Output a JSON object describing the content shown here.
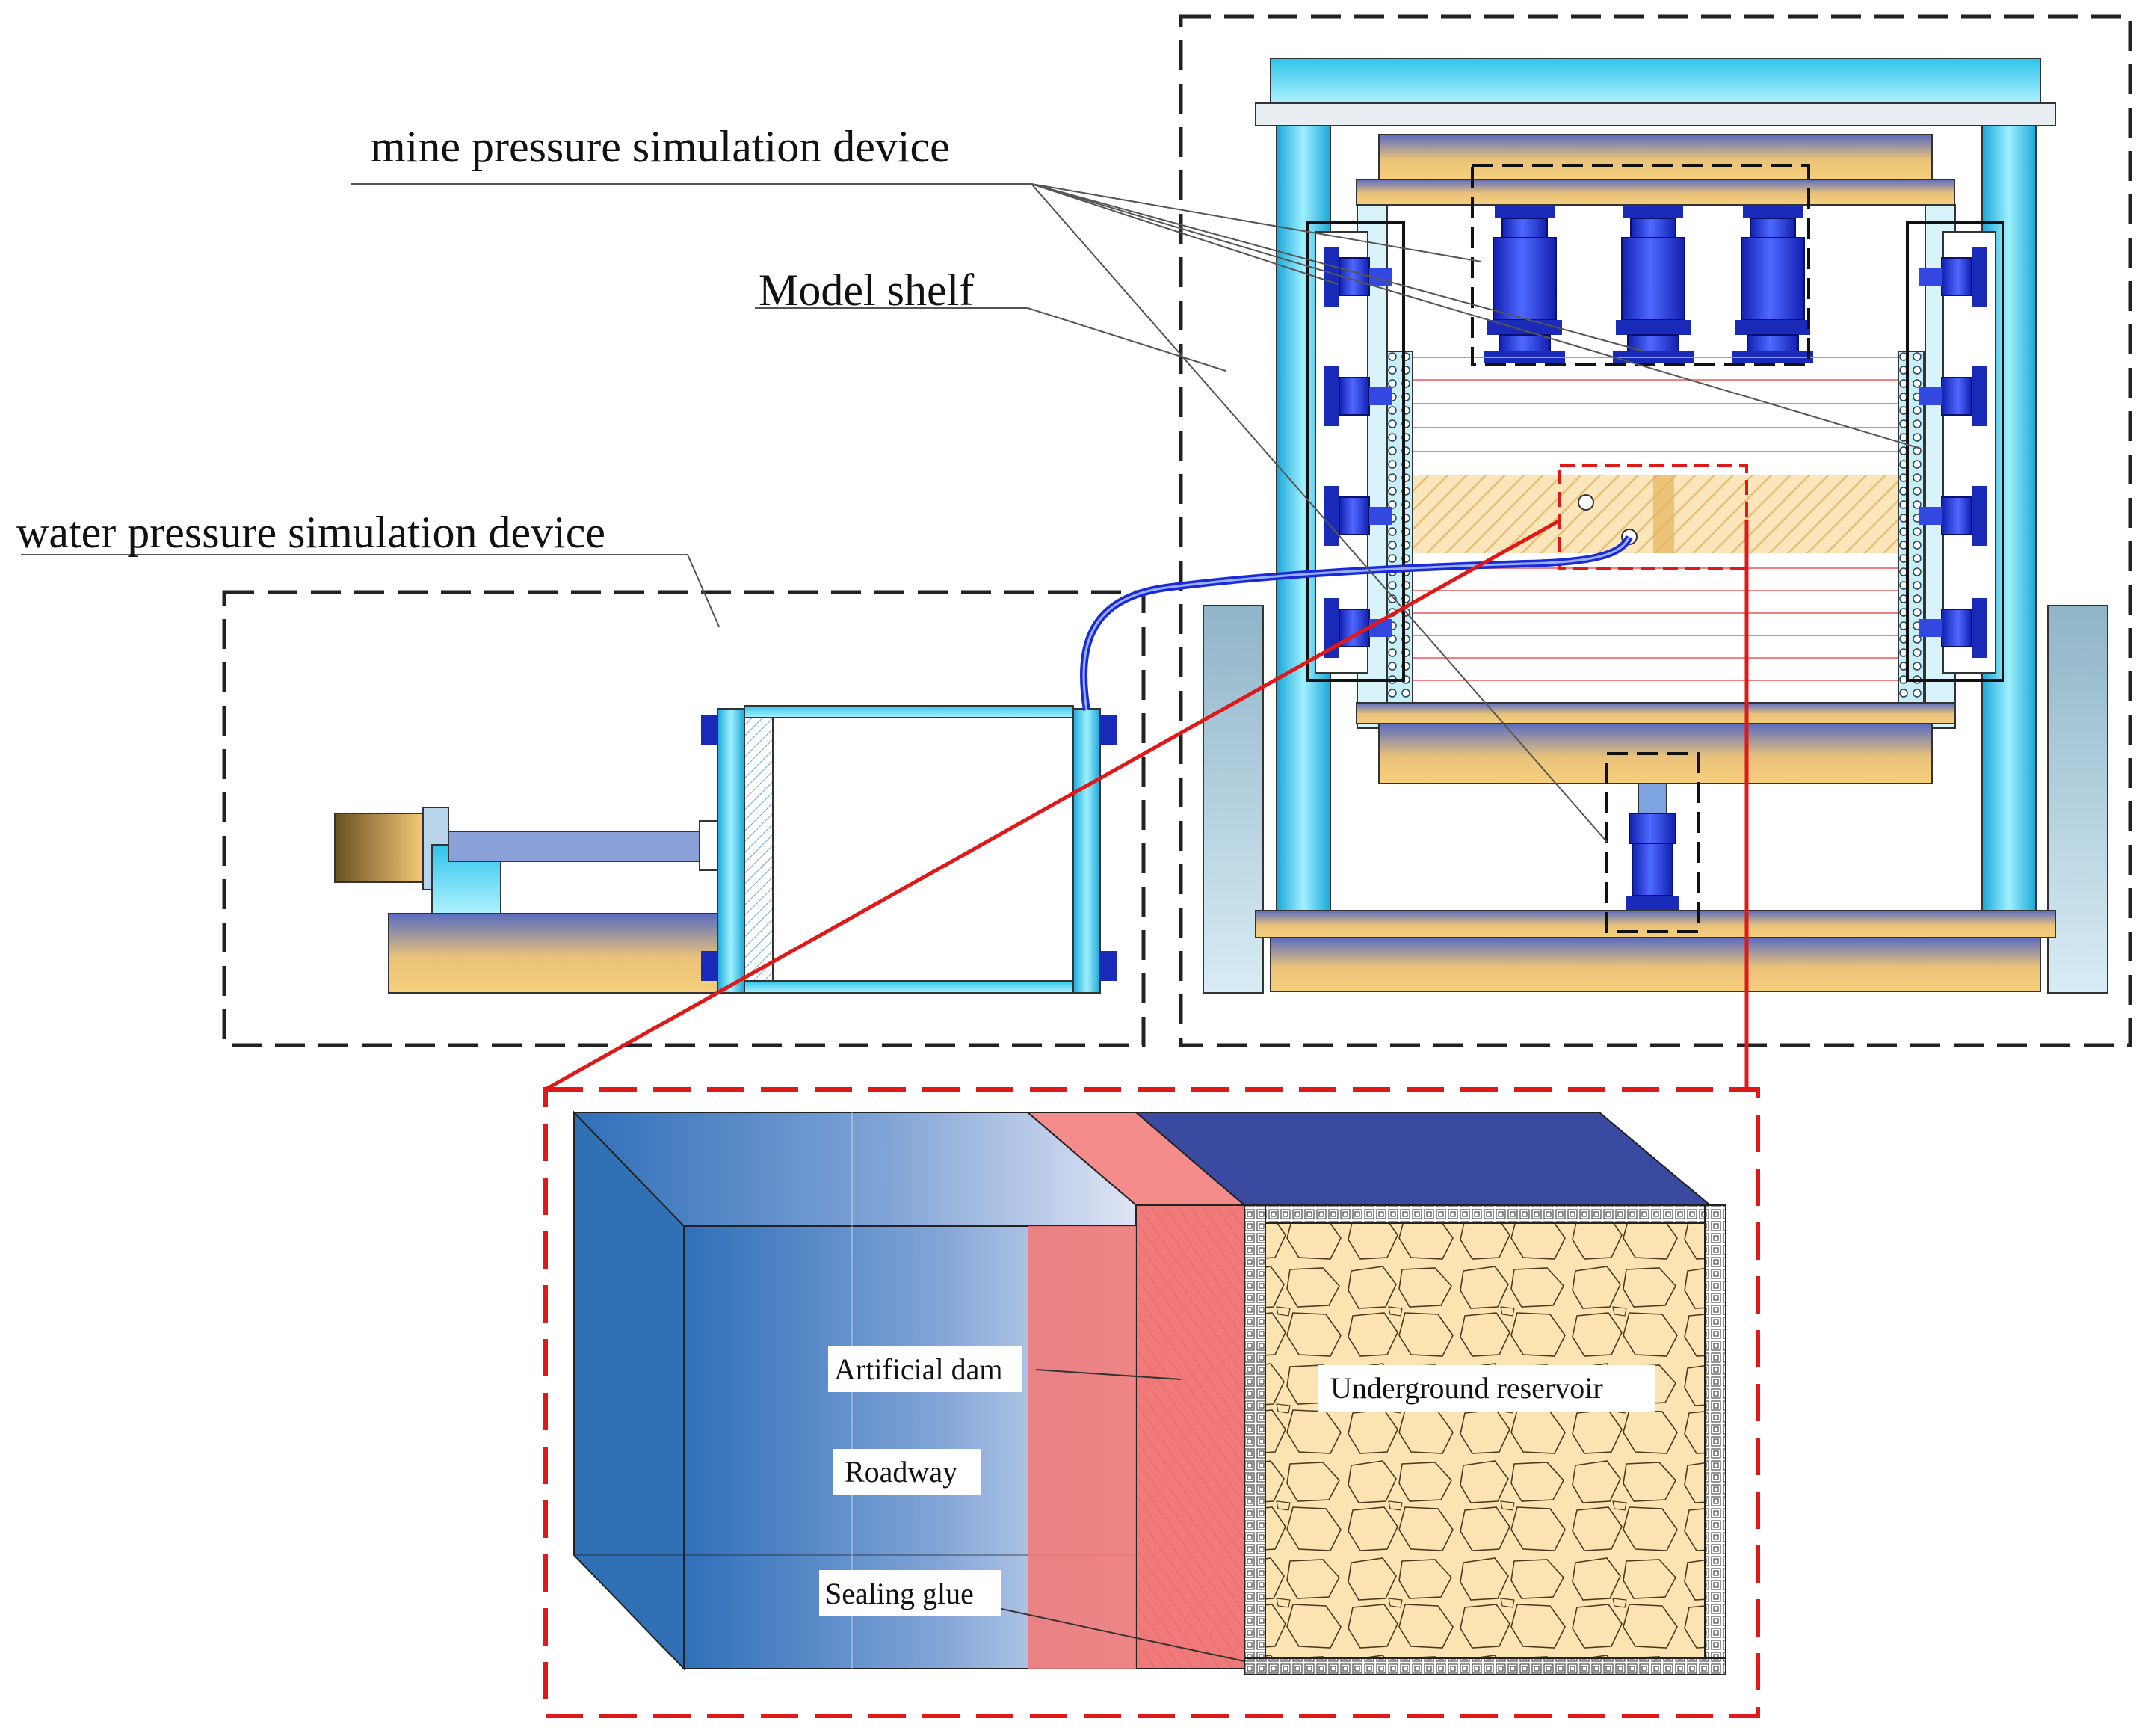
{
  "labels": {
    "mine_pressure": "mine pressure simulation device",
    "model_shelf": "Model shelf",
    "water_pressure": "water pressure simulation device",
    "artificial_dam": "Artificial dam",
    "roadway": "Roadway",
    "sealing_glue": "Sealing glue",
    "underground_reservoir": "Underground reservoir"
  },
  "colors": {
    "frame_cyan": "#27c4e6",
    "frame_cyan_light": "#a8ecfb",
    "beam_gold": "#f0c36e",
    "beam_steel": "#7a8cc8",
    "jack_blue": "#1d2fc8",
    "pipe_blue": "#2030d8",
    "dam_red": "#f07a7a",
    "roadway_blue": "#3578bf",
    "reservoir_sand": "#fbe3b2",
    "reservoir_top": "#3a4aa0",
    "callout_red": "#e01818",
    "dash_black": "#222222"
  },
  "icons": [
    "hydraulic-jack-icon",
    "motor-icon",
    "pipe-icon"
  ]
}
